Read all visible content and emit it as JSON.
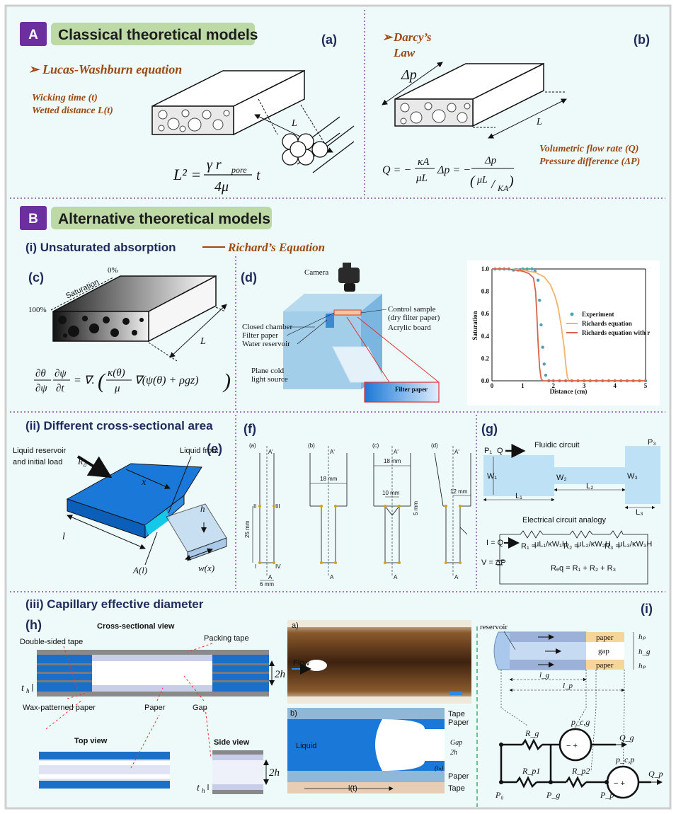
{
  "sectionA": {
    "badge": "A",
    "title": "Classical theoretical models"
  },
  "panel_a": {
    "label": "(a)",
    "title": "Lucas-Washburn equation",
    "var1": "Wicking time (t)",
    "var2": "Wetted distance L(t)",
    "dim": "L",
    "eq_lhs": "L² =",
    "eq_num": "γ r",
    "eq_sub": "pore",
    "eq_den": "4μ",
    "eq_t": "t"
  },
  "panel_b": {
    "label": "(b)",
    "title_line1": "Darcy’s",
    "title_line2": "Law",
    "dp": "Δp",
    "dim": "L",
    "var1": "Volumetric flow rate (Q)",
    "var2": "Pressure difference (ΔP)",
    "eq": "Q = − (κA / μL) Δp = − Δp / (μL / KA)"
  },
  "sectionB": {
    "badge": "B",
    "title": "Alternative theoretical models"
  },
  "sub_i": {
    "text": "(i) Unsaturated absorption",
    "eq_name": "Richard’s Equation"
  },
  "panel_c": {
    "label": "(c)",
    "pct0": "0%",
    "pct100": "100%",
    "saturation": "Saturation",
    "dim": "L",
    "eq": "∂θ/∂ψ · ∂ψ/∂t = ∇·( κ(θ)/μ ∇(ψ(θ) + ρgz) )"
  },
  "panel_d": {
    "label": "(d)",
    "camera": "Camera",
    "control1": "Control sample",
    "control2": "(dry filter paper)",
    "closed": "Closed chamber",
    "filter": "Filter paper",
    "acrylic": "Acrylic board",
    "water": "Water reservoir",
    "plane1": "Plane cold",
    "plane2": "light source",
    "filter_inset": "Filter paper"
  },
  "chart_data": {
    "type": "line",
    "xlabel": "Distance (cm)",
    "ylabel": "Saturation",
    "xlim": [
      0,
      5
    ],
    "ylim": [
      0,
      1.0
    ],
    "xticks": [
      0,
      1,
      2,
      3,
      4,
      5
    ],
    "yticks": [
      0.0,
      0.2,
      0.4,
      0.6,
      0.8,
      1.0
    ],
    "series": [
      {
        "name": "Experiment",
        "kind": "scatter",
        "color": "#4aa3b8",
        "x": [
          0.1,
          0.25,
          0.4,
          0.55,
          0.7,
          0.85,
          1.0,
          1.15,
          1.3,
          1.4,
          1.5,
          1.55,
          1.6,
          1.65,
          1.7,
          1.75,
          1.85,
          2.0,
          2.2,
          2.4,
          2.6,
          2.8,
          3.0,
          3.2,
          3.4,
          3.6,
          3.8,
          4.0,
          4.2,
          4.4,
          4.6,
          4.8,
          5.0
        ],
        "y": [
          1.0,
          1.0,
          1.0,
          1.0,
          0.99,
          0.99,
          1.0,
          1.0,
          1.0,
          0.98,
          0.9,
          0.72,
          0.5,
          0.3,
          0.15,
          0.05,
          0.0,
          0.0,
          0.0,
          0.0,
          0.0,
          0.0,
          0.0,
          0.0,
          0.0,
          0.0,
          0.0,
          0.0,
          0.0,
          0.0,
          0.0,
          0.0,
          0.0
        ]
      },
      {
        "name": "Richards equation",
        "kind": "line",
        "color": "#f0b46a",
        "x": [
          0,
          0.5,
          1.0,
          1.4,
          1.7,
          1.9,
          2.05,
          2.15,
          2.25,
          2.35,
          2.4,
          2.45,
          2.5,
          3,
          4,
          5
        ],
        "y": [
          1.0,
          1.0,
          0.99,
          0.97,
          0.93,
          0.86,
          0.76,
          0.66,
          0.5,
          0.3,
          0.15,
          0.04,
          0.0,
          0.0,
          0.0,
          0.0
        ]
      },
      {
        "name": "Richards equation with r",
        "kind": "line",
        "color": "#d9624a",
        "x": [
          0,
          0.5,
          1.0,
          1.2,
          1.35,
          1.42,
          1.46,
          1.5,
          1.55,
          1.6,
          1.65,
          2,
          3,
          4,
          5
        ],
        "y": [
          1.0,
          1.0,
          0.98,
          0.96,
          0.92,
          0.8,
          0.6,
          0.35,
          0.12,
          0.02,
          0.0,
          0.0,
          0.0,
          0.0,
          0.0
        ]
      }
    ],
    "legend": "top-right"
  },
  "sub_ii": {
    "text": "(ii) Different cross-sectional area"
  },
  "panel_e": {
    "label": "(e)",
    "res1": "Liquid reservoir",
    "res2": "and initial load",
    "r0": "R",
    "r0sub": "0",
    "front": "Liquid front",
    "x": "x",
    "h": "h",
    "l": "l",
    "Al": "A(l)",
    "wx": "w(x)"
  },
  "panel_f": {
    "label": "(f)",
    "subs": [
      "(a)",
      "(b)",
      "(c)",
      "(d)"
    ],
    "A_prime": "A'",
    "A": "A",
    "dim_18a": "18 mm",
    "dim_18b": "18 mm",
    "dim_10": "10 mm",
    "dim_5": "5 mm",
    "dim_12": "12 mm",
    "dim_25": "25 mm",
    "dim_6": "6 mm",
    "ptI": "I",
    "ptII": "II",
    "ptIII": "III",
    "ptIV": "IV"
  },
  "panel_g": {
    "label": "(g)",
    "fluidic": "Fluidic circuit",
    "electrical": "Electrical circuit analogy",
    "P1": "P₁",
    "P3": "P₃",
    "Q": "Q",
    "W1": "W₁",
    "W2": "W₂",
    "W3": "W₃",
    "L1": "L₁",
    "L2": "L₂",
    "L3": "L₃",
    "IQ": "I = Q",
    "V": "V = ΔP",
    "R1": "R₁ =",
    "R2": "R₂ =",
    "R3": "R₃ =",
    "R1f": "μL₁/κW₁H",
    "R2f": "μL₂/κW₂H",
    "R3f": "μL₃/κW₃H",
    "Req": "Rₑq = R₁ + R₂ + R₃"
  },
  "sub_iii": {
    "text": "(iii) Capillary effective diameter"
  },
  "panel_h": {
    "label": "(h)",
    "cross": "Cross-sectional view",
    "double": "Double-sided tape",
    "packing": "Packing tape",
    "wax": "Wax-patterned paper",
    "paper": "Paper",
    "gap": "Gap",
    "twoh": "2h",
    "th": "t",
    "thsub": "h",
    "top": "Top view",
    "side": "Side view",
    "a": "a)",
    "b": "b)",
    "flow": "Flow",
    "tape": "Tape",
    "paper_r": "Paper",
    "liquid": "Liquid",
    "gap_r": "Gap",
    "twoh_r": "2h",
    "th_r": "(tₕ)",
    "lt": "l(t)"
  },
  "panel_i": {
    "label": "(i)",
    "reservoir": "reservoir",
    "paper1": "paper",
    "gap": "gap",
    "paper2": "paper",
    "hp1": "hₚ",
    "hg": "h_g",
    "hp2": "hₚ",
    "lg": "l_g",
    "lp": "l_p",
    "Rg": "R_g",
    "Rp1": "R_p1",
    "Rp2": "R_p2",
    "pcg": "p_c,g",
    "pcp": "p_c,p",
    "Qg": "Q_g",
    "Qp": "Q_p",
    "P0": "P₀",
    "Pg": "P_g",
    "Pp": "P_p"
  }
}
